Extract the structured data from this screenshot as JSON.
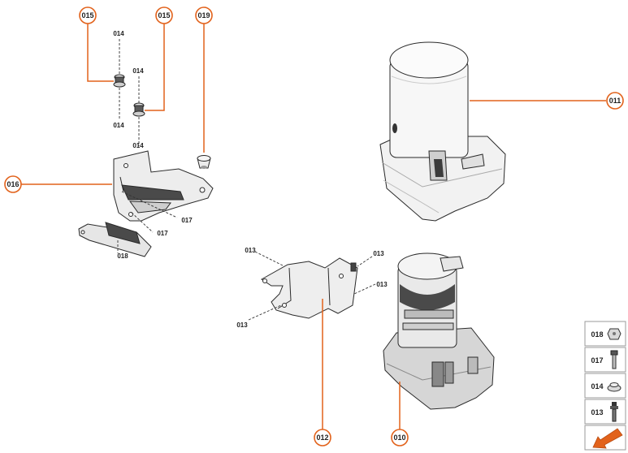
{
  "callouts": {
    "c015a": "015",
    "c015b": "015",
    "c019": "019",
    "c016": "016",
    "c011": "011",
    "c012": "012",
    "c010": "010"
  },
  "labels": {
    "l014a": "014",
    "l014b": "014",
    "l014c": "014",
    "l014d": "014",
    "l017a": "017",
    "l017b": "017",
    "l018": "018",
    "l013a": "013",
    "l013b": "013",
    "l013c": "013",
    "l013d": "013"
  },
  "legend": {
    "r1": "018",
    "r2": "017",
    "r3": "014",
    "r4": "013"
  },
  "colors": {
    "accent": "#e2621b",
    "line": "#2a2a2a",
    "part_fill": "#ededed",
    "part_shadow": "#b9b9b9"
  },
  "icons": {
    "nav": "arrow-down-left-icon"
  }
}
